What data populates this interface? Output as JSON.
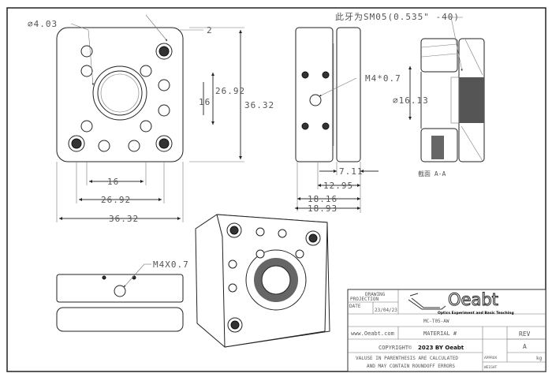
{
  "front_view": {
    "dia_label": "∅4.03",
    "corner_label": "2",
    "height_inner": "26.92",
    "height_small": "16",
    "height_outer": "36.32",
    "width_small": "16",
    "width_inner": "26.92",
    "width_outer": "36.32"
  },
  "side_view": {
    "thread_label": "M4*0.7",
    "dims": [
      "7.11",
      "12.95",
      "18.16",
      "18.93"
    ]
  },
  "section_view": {
    "thread_note": "此牙为SM05(0.535\" -40)",
    "bore_label": "∅16.13",
    "caption": "截面 A-A"
  },
  "bottom_view": {
    "thread_label": "M4X0.7"
  },
  "title_block": {
    "drawing_projection": "DRAWING\nPROJECTION",
    "drawing_label": "DRAWING",
    "projection_label": "PROJECTION",
    "date_label": "DATE",
    "date_value": "23/04/23",
    "logo_text": "Oeabt",
    "logo_tagline": "Optics Experiment and Basic Teaching",
    "part_number": "MC-T05-AW",
    "website": "www.Oeabt.com",
    "material_label": "MATERIAL #",
    "rev_label": "REV",
    "rev_value": "A",
    "copyright_prefix": "COPYRIGHT©",
    "copyright_main": "2023 BY Oeabt",
    "note_line1": "VALUSE IN PARENTHESIS ARE CALCULATED",
    "note_line2": "AND MAY CONTAIN ROUNDOFF ERRORS",
    "approx_label": "APPROX",
    "weight_label": "WEIGHT",
    "weight_unit": "kg"
  }
}
